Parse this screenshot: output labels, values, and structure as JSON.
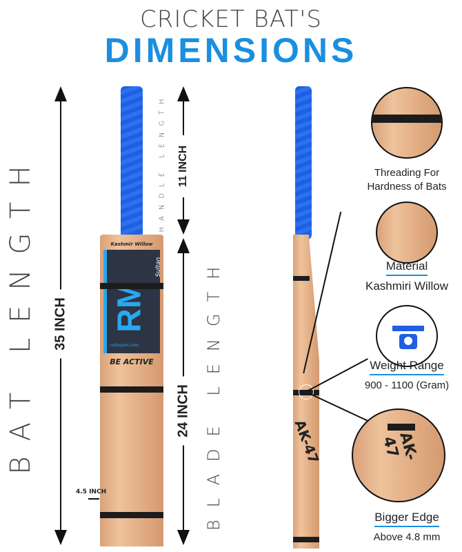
{
  "title": {
    "line1": "CRICKET BAT'S",
    "line2": "DIMENSIONS"
  },
  "left": {
    "bat_length_label": "BAT LENGTH",
    "bat_length_value": "35 INCH",
    "handle_length_label": "HANDLE LENGTH",
    "handle_length_value": "11 INCH",
    "blade_length_label": "BLADE LENGTH",
    "blade_length_value": "24 INCH",
    "width_value": "4.5 INCH"
  },
  "bat": {
    "brand_top": "Kashmir Willow",
    "logo": "RM",
    "sub_logo": "Sultan",
    "website": "rudrayon.com",
    "slogan": "BE ACTIVE",
    "side_text": "AK-47"
  },
  "features": [
    {
      "title": "Threading For",
      "subtitle": "Hardness of Bats"
    },
    {
      "title": "Material",
      "subtitle": "Kashmiri Willow"
    },
    {
      "title": "Weight Range",
      "subtitle": "900 - 1100 (Gram)"
    },
    {
      "title": "Bigger Edge",
      "subtitle": "Above 4.8 mm"
    }
  ],
  "colors": {
    "accent": "#1a8fe0",
    "grip": "#2563eb",
    "wood": "#e4b087"
  }
}
